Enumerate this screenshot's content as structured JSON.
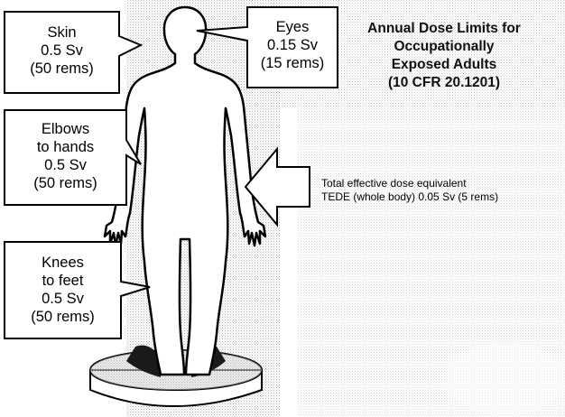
{
  "title": {
    "lines": [
      "Annual Dose Limits for",
      "Occupationally",
      "Exposed Adults",
      "(10 CFR 20.1201)"
    ]
  },
  "callouts": {
    "skin": {
      "lines": [
        "Skin",
        "0.5 Sv",
        "(50 rems)"
      ]
    },
    "eyes": {
      "lines": [
        "Eyes",
        "0.15 Sv",
        "(15 rems)"
      ]
    },
    "elbows": {
      "lines": [
        "Elbows",
        "to hands",
        "0.5 Sv",
        "(50 rems)"
      ]
    },
    "knees": {
      "lines": [
        "Knees",
        "to feet",
        "0.5 Sv",
        "(50 rems)"
      ]
    }
  },
  "tede": {
    "lines": [
      "Total effective dose equivalent",
      "TEDE (whole body) 0.05 Sv (5 rems)"
    ]
  },
  "colors": {
    "halftone": "#c9c9c9",
    "figure_fill": "#ffffff",
    "outline": "#000000",
    "shadow": "#1a1a1a"
  }
}
